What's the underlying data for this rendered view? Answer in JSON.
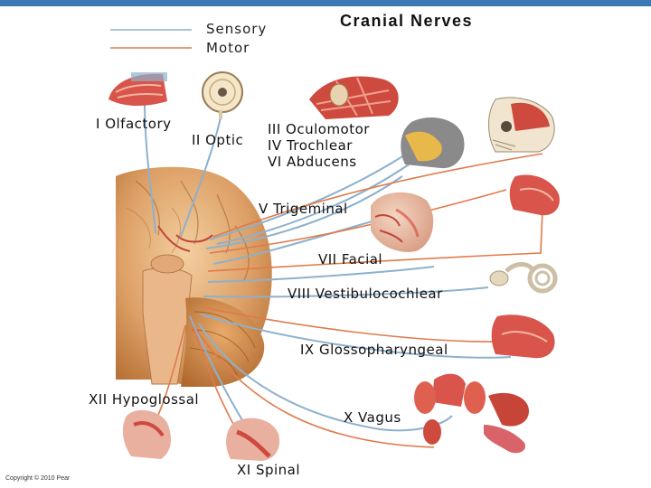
{
  "title": "Cranial Nerves",
  "legend": {
    "sensory": {
      "label": "Sensory",
      "color": "#8eb0cc"
    },
    "motor": {
      "label": "Motor",
      "color": "#e07a4a"
    }
  },
  "nerves": {
    "olfactory": "I Olfactory",
    "optic": "II Optic",
    "oculomotor": "III Oculomotor",
    "trochlear": "IV Trochlear",
    "abducens": "VI Abducens",
    "trigeminal": "V Trigeminal",
    "facial": "VII Facial",
    "vestibulocochlear": "VIII Vestibulocochlear",
    "glossopharyngeal": "IX Glossopharyngeal",
    "hypoglossal": "XII Hypoglossal",
    "vagus": "X Vagus",
    "spinal": "XI Spinal"
  },
  "copyright": "Copyright © 2010 Pear",
  "colors": {
    "accent_bar": "#3b78b5",
    "tissue": "#d9a170",
    "muscle": "#d9544a"
  }
}
